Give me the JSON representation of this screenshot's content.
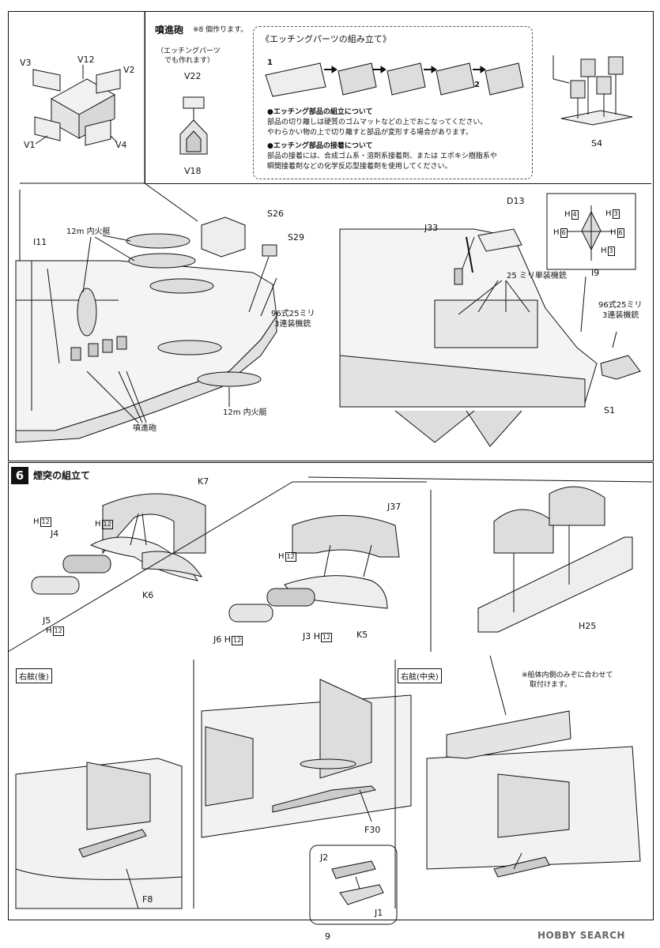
{
  "top": {
    "jet_gun_title": "噴進砲",
    "jet_gun_note": "※8 個作ります。",
    "etching_alt_line1": "（エッチングパーツ",
    "etching_alt_line2": "でも作れます）",
    "etching_title": "《エッチングパーツの組み立て》",
    "etching_step1": "1",
    "etching_step2": "2",
    "note1_head": "●エッチング部品の組立について",
    "note1_line1": "部品の切り離しは硬質のゴムマットなどの上でおこなってください。",
    "note1_line2": "やわらかい物の上で切り離すと部品が変形する場合があります。",
    "note2_head": "●エッチング部品の接着について",
    "note2_line1": "部品の接着には、合成ゴム系・溶剤系接着剤、または エポキシ樹脂系や",
    "note2_line2": "瞬間接着剤などの化学反応型接着剤を使用してください。"
  },
  "labels": {
    "V3": "V3",
    "V12": "V12",
    "V2": "V2",
    "V1": "V1",
    "V4": "V4",
    "V22": "V22",
    "V18": "V18",
    "S4": "S4",
    "S26": "S26",
    "S29": "S29",
    "I11": "I11",
    "boat_12m_top": "12m 内火艇",
    "boat_12m_bottom": "12m 内火艇",
    "aa96_left_line1": "96式25ミリ",
    "aa96_left_line2": "3連装機銃",
    "jet_gun_bottom": "噴進砲",
    "D13": "D13",
    "J33": "J33",
    "aa25_single": "25 ミリ単装機銃",
    "I9": "I9",
    "aa96_right_line1": "96式25ミリ",
    "aa96_right_line2": "3連装機銃",
    "S1": "S1",
    "H": "H",
    "h4": "4",
    "h3": "3",
    "h6": "6",
    "h12": "12"
  },
  "step6": {
    "number": "6",
    "title": "煙突の組立て",
    "K7": "K7",
    "J4": "J4",
    "J5": "J5",
    "K6": "K6",
    "J37": "J37",
    "J6": "J6",
    "J3": "J3",
    "K5": "K5",
    "H25": "H25"
  },
  "bottom": {
    "rear_label": "右舷(後)",
    "center_label": "右舷(中央)",
    "note_line1": "※船体内側のみぞに合わせて",
    "note_line2": "取付けます。",
    "F8": "F8",
    "F30": "F30",
    "J2": "J2",
    "J1": "J1"
  },
  "footer": {
    "page_number": "9",
    "watermark": "HOBBY SEARCH"
  },
  "colors": {
    "ink": "#111111",
    "hull_gray": "#e8e8e8",
    "shadow_gray": "#cfcfcf"
  }
}
